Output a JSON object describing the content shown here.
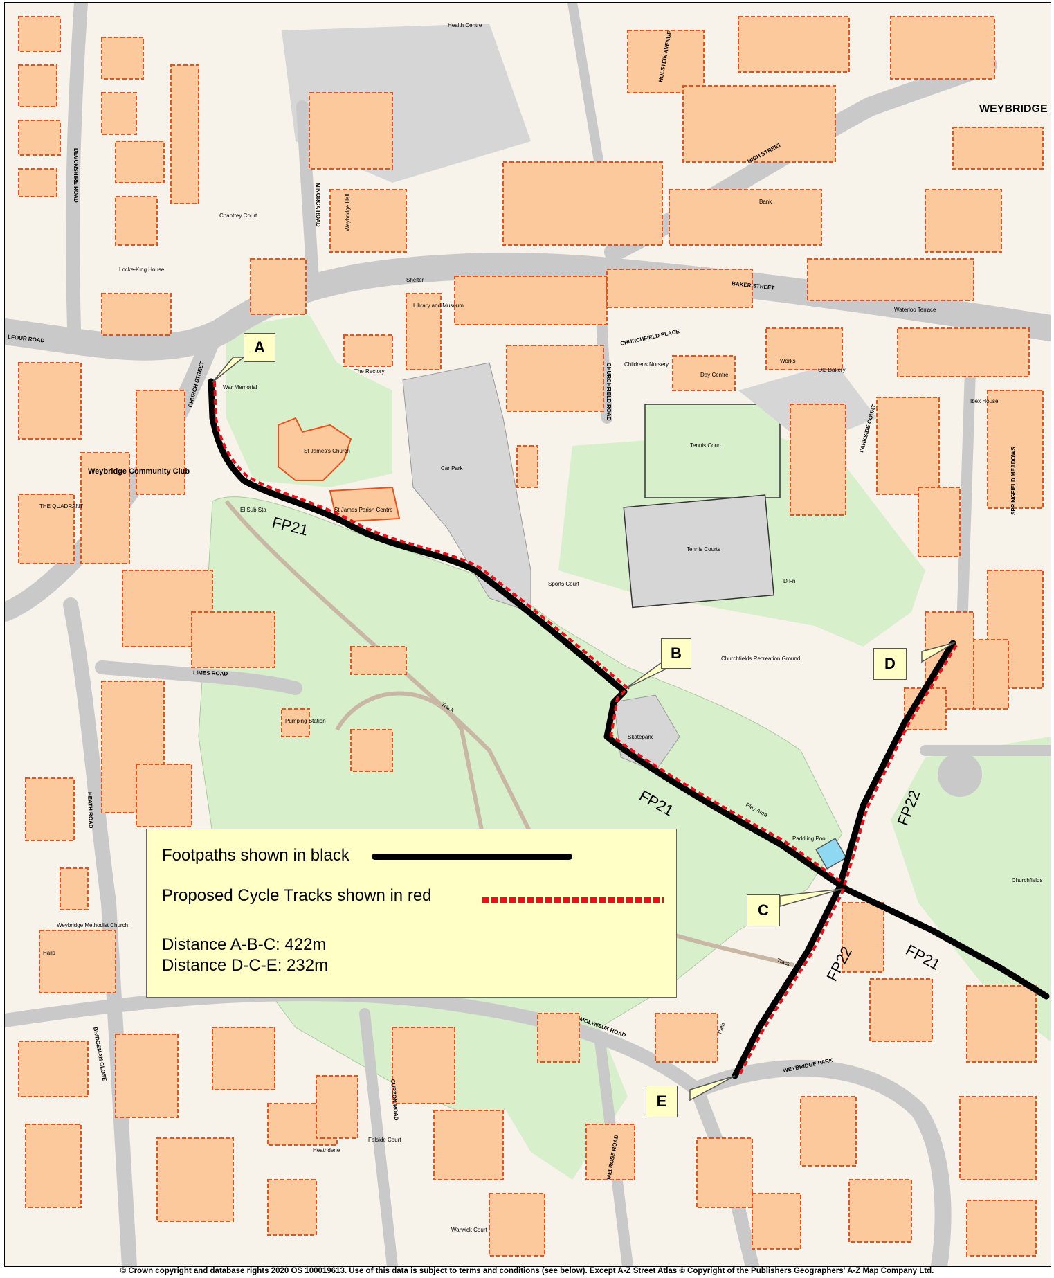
{
  "place_name": "WEYBRIDGE",
  "route_labels": {
    "fp21_a": "FP21",
    "fp21_b": "FP21",
    "fp21_c": "FP21",
    "fp22_a": "FP22",
    "fp22_b": "FP22"
  },
  "points": [
    "A",
    "B",
    "C",
    "D",
    "E"
  ],
  "legend": {
    "footpaths_text": "Footpaths shown in black",
    "cycle_text": "Proposed Cycle Tracks shown in red",
    "distance_abc": "Distance A-B-C: 422m",
    "distance_dce": "Distance D-C-E: 232m"
  },
  "map_labels": {
    "st_james_church": "St James's Church",
    "st_james_parish_centre": "St James Parish Centre",
    "the_rectory": "The Rectory",
    "library": "Library and Museum",
    "car_park": "Car Park",
    "tennis_court": "Tennis Court",
    "tennis_courts": "Tennis Courts",
    "recreation_ground": "Churchfields Recreation Ground",
    "skatepark": "Skatepark",
    "play_area": "Play Area",
    "paddling_pool": "Paddling Pool",
    "health_centre": "Health Centre",
    "childrens_nursery": "Childrens Nursery",
    "day_centre": "Day Centre",
    "old_bakery": "Old Bakery",
    "ibex_house": "Ibex House",
    "baker_street": "BAKER STREET",
    "high_street": "HIGH STREET",
    "churchfield_place": "CHURCHFIELD PLACE",
    "churchfield_road": "CHURCHFIELD ROAD",
    "limes_road": "LIMES ROAD",
    "heath_road": "HEATH ROAD",
    "molyneux_road": "MOLYNEUX ROAD",
    "weybridge_park": "WEYBRIDGE PARK",
    "curzon_road": "CURZON ROAD",
    "devonshire_road": "DEVONSHIRE ROAD",
    "minorca_road": "MINORCA ROAD",
    "the_quadrant": "THE QUADRANT",
    "community_club": "Weybridge Community Club",
    "methodist_church": "Weybridge Methodist Church",
    "halls": "Halls",
    "track_1": "Track",
    "track_2": "Track",
    "path": "Path",
    "war_memorial": "War Memorial",
    "sports_court": "Sports Court",
    "pumping_station": "Pumping Station",
    "churchfields_right": "Churchfields",
    "warwick_court": "Warwick Court",
    "felside_court": "Felside Court",
    "heathdene": "Heathdene",
    "church_street": "CHURCH STREET",
    "melrose_road": "MELROSE ROAD",
    "springfield_meadows": "SPRINGFIELD MEADOWS",
    "parkside_court": "PARKSIDE COURT",
    "waterloo_terrace": "Waterloo Terrace",
    "works": "Works",
    "chantrey_court": "Chantrey Court",
    "weybridge_hall": "Weybridge Hall",
    "locke_king_house": "Locke-King House",
    "holstein_avenue": "HOLSTEIN AVENUE",
    "bridgeman_close": "BRIDGEMAN CLOSE",
    "balfour_road": "LFOUR ROAD",
    "el_sub_sta": "El Sub Sta",
    "d_fn": "D Fn",
    "bank": "Bank",
    "shelter": "Shelter"
  },
  "copyright": "© Crown copyright and database rights 2020 OS 100019613. Use of this data is subject to terms and conditions (see below). Except A-Z Street Atlas © Copyright of the Publishers Geographers' A-Z Map Company Ltd.",
  "colors": {
    "building_fill": "#fbc99b",
    "building_stroke": "#e8521d",
    "park": "#d8efcc",
    "road": "#d2d2d2",
    "footpath": "#000000",
    "cycle_track": "#e8101a",
    "callout_fill": "#ffffc6"
  }
}
